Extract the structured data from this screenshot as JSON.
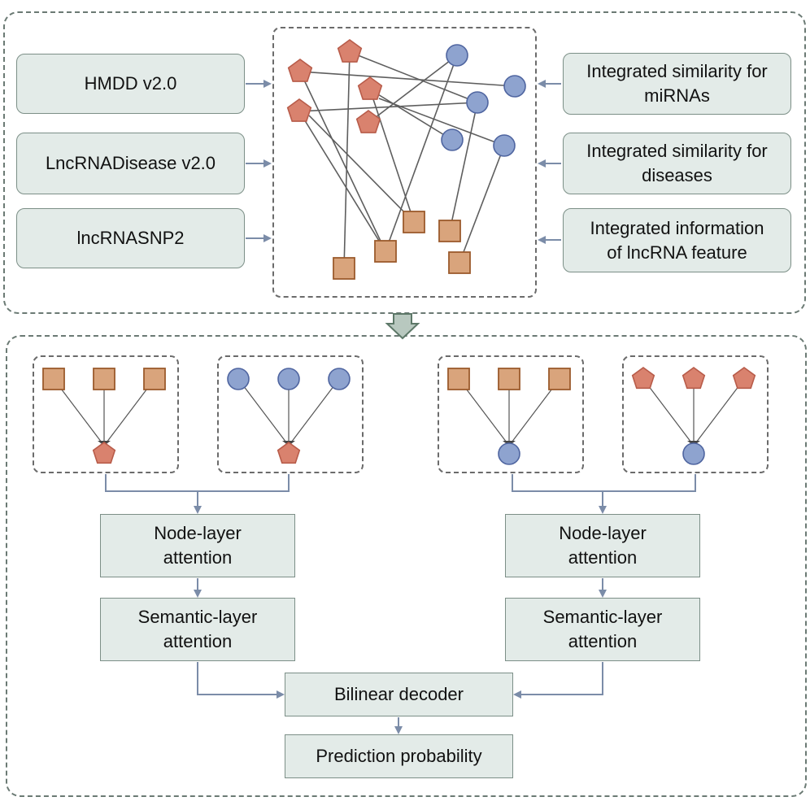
{
  "top_inputs_left": [
    "HMDD v2.0",
    "LncRNADisease v2.0",
    "lncRNASNP2"
  ],
  "top_inputs_right": [
    "Integrated similarity for\nmiRNAs",
    "Integrated similarity for\ndiseases",
    "Integrated information\nof lncRNA feature"
  ],
  "left_branch": {
    "node_attention": "Node-layer\nattention",
    "semantic_attention": "Semantic-layer\nattention"
  },
  "right_branch": {
    "node_attention": "Node-layer\nattention",
    "semantic_attention": "Semantic-layer\nattention"
  },
  "decoder": "Bilinear decoder",
  "output": "Prediction probability",
  "legend_icons": {
    "disease": "pentagon-icon",
    "mirna": "circle-icon",
    "lncrna": "square-icon"
  },
  "colors": {
    "disease_fill": "#d9826e",
    "disease_stroke": "#b85c4a",
    "mirna_fill": "#8ea3cf",
    "mirna_stroke": "#4f65a0",
    "lncrna_fill": "#d9a47c",
    "lncrna_stroke": "#9b5a2c",
    "box_fill": "#e3ebe8",
    "arrow": "#7b8ca8"
  }
}
